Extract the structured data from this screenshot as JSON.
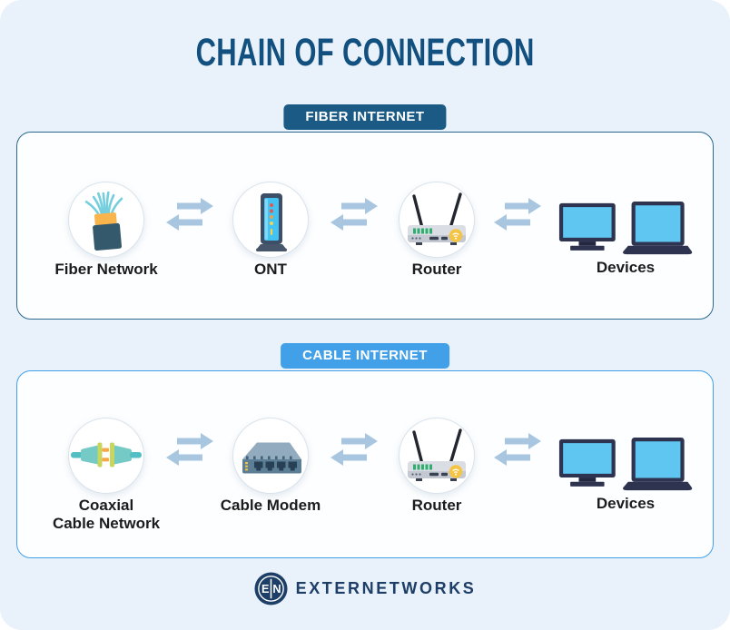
{
  "title": "CHAIN OF CONNECTION",
  "sections": {
    "fiber": {
      "badge": "FIBER INTERNET",
      "nodes": [
        {
          "label": "Fiber Network",
          "icon": "fiber-optic-cable-icon"
        },
        {
          "label": "ONT",
          "icon": "ont-tower-icon"
        },
        {
          "label": "Router",
          "icon": "wifi-router-icon"
        },
        {
          "label": "Devices",
          "icon": "monitor-laptop-icon"
        }
      ],
      "arrow_icon": "bidirectional-arrows-icon"
    },
    "cable": {
      "badge": "CABLE INTERNET",
      "nodes": [
        {
          "label": "Coaxial\nCable Network",
          "icon": "coaxial-cable-icon"
        },
        {
          "label": "Cable Modem",
          "icon": "cable-modem-icon"
        },
        {
          "label": "Router",
          "icon": "wifi-router-icon"
        },
        {
          "label": "Devices",
          "icon": "monitor-laptop-icon"
        }
      ],
      "arrow_icon": "bidirectional-arrows-icon"
    },
    "footer": {}
  },
  "footer": {
    "monogram_left": "E",
    "monogram_right": "N",
    "brand": "EXTERNETWORKS"
  },
  "colors": {
    "background": "#e9f1fa",
    "panel_bg": "#fdfeff",
    "title_text": "#11507f",
    "fiber_badge_bg": "#1b5a85",
    "fiber_panel_border": "#2a6a8e",
    "cable_badge_bg": "#41a0e8",
    "cable_panel_border": "#41a0e8",
    "arrow": "#a9c6e0",
    "label_text": "#1c1c1c",
    "brand_navy": "#1d3e66"
  }
}
